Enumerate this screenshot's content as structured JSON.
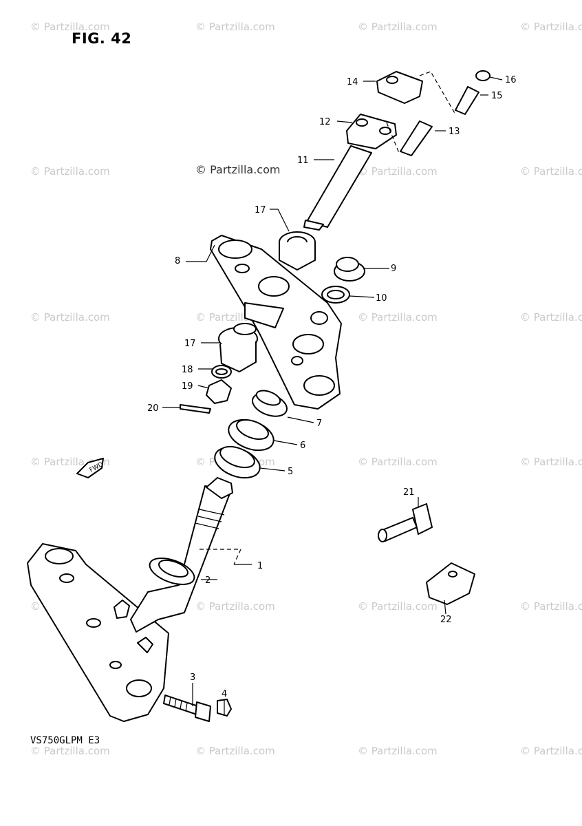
{
  "figure": {
    "title": "FIG. 42",
    "model": "VS750GLPM E3"
  },
  "watermark": {
    "text": "© Partzilla.com",
    "main_text": "© Partzilla.com"
  },
  "fwd_label": "FWD",
  "callouts": [
    "1",
    "2",
    "3",
    "4",
    "5",
    "6",
    "7",
    "8",
    "9",
    "10",
    "11",
    "12",
    "13",
    "14",
    "15",
    "16",
    "17",
    "17",
    "18",
    "19",
    "20",
    "21",
    "22"
  ]
}
